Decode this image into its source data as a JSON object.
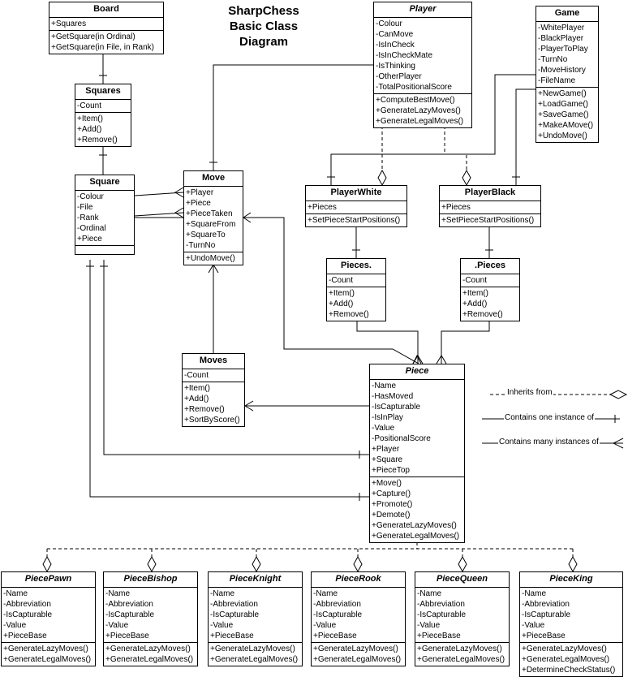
{
  "title": {
    "line1": "SharpChess",
    "line2": "Basic Class",
    "line3": "Diagram"
  },
  "classes": {
    "board": {
      "name": "Board",
      "attrs": [
        "+Squares"
      ],
      "methods": [
        "+GetSquare(in Ordinal)",
        "+GetSquare(in File, in Rank)"
      ]
    },
    "squares": {
      "name": "Squares",
      "attrs": [
        "-Count"
      ],
      "methods": [
        "+Item()",
        "+Add()",
        "+Remove()"
      ]
    },
    "square": {
      "name": "Square",
      "attrs": [
        "-Colour",
        "-File",
        "-Rank",
        "-Ordinal",
        "+Piece"
      ],
      "methods": []
    },
    "move": {
      "name": "Move",
      "attrs": [
        "+Player",
        "+Piece",
        "+PieceTaken",
        "+SquareFrom",
        "+SquareTo",
        "-TurnNo"
      ],
      "methods": [
        "+UndoMove()"
      ]
    },
    "moves": {
      "name": "Moves",
      "attrs": [
        "-Count"
      ],
      "methods": [
        "+Item()",
        "+Add()",
        "+Remove()",
        "+SortByScore()"
      ]
    },
    "player": {
      "name": "Player",
      "attrs": [
        "-Colour",
        "-CanMove",
        "-IsInCheck",
        "-IsInCheckMate",
        "-IsThinking",
        "-OtherPlayer",
        "-TotalPositionalScore"
      ],
      "methods": [
        "+ComputeBestMove()",
        "+GenerateLazyMoves()",
        "+GenerateLegalMoves()"
      ]
    },
    "game": {
      "name": "Game",
      "attrs": [
        "-WhitePlayer",
        "-BlackPlayer",
        "-PlayerToPlay",
        "-TurnNo",
        "-MoveHistory",
        "-FileName"
      ],
      "methods": [
        "+NewGame()",
        "+LoadGame()",
        "+SaveGame()",
        "+MakeAMove()",
        "+UndoMove()"
      ]
    },
    "playerWhite": {
      "name": "PlayerWhite",
      "attrs": [
        "+Pieces"
      ],
      "methods": [
        "+SetPieceStartPositions()"
      ]
    },
    "playerBlack": {
      "name": "PlayerBlack",
      "attrs": [
        "+Pieces"
      ],
      "methods": [
        "+SetPieceStartPositions()"
      ]
    },
    "piecesW": {
      "name": "Pieces.",
      "attrs": [
        "-Count"
      ],
      "methods": [
        "+Item()",
        "+Add()",
        "+Remove()"
      ]
    },
    "piecesB": {
      "name": ".Pieces",
      "attrs": [
        "-Count"
      ],
      "methods": [
        "+Item()",
        "+Add()",
        "+Remove()"
      ]
    },
    "piece": {
      "name": "Piece",
      "attrs": [
        "-Name",
        "-HasMoved",
        "-IsCapturable",
        "-IsInPlay",
        "-Value",
        "-PositionalScore",
        "+Player",
        "+Square",
        "+PieceTop"
      ],
      "methods": [
        "+Move()",
        "+Capture()",
        "+Promote()",
        "+Demote()",
        "+GenerateLazyMoves()",
        "+GenerateLegalMoves()"
      ]
    },
    "piecePawn": {
      "name": "PiecePawn",
      "attrs": [
        "-Name",
        "-Abbreviation",
        "-IsCapturable",
        "-Value",
        "+PieceBase"
      ],
      "methods": [
        "+GenerateLazyMoves()",
        "+GenerateLegalMoves()"
      ]
    },
    "pieceBishop": {
      "name": "PieceBishop",
      "attrs": [
        "-Name",
        "-Abbreviation",
        "-IsCapturable",
        "-Value",
        "+PieceBase"
      ],
      "methods": [
        "+GenerateLazyMoves()",
        "+GenerateLegalMoves()"
      ]
    },
    "pieceKnight": {
      "name": "PieceKnight",
      "attrs": [
        "-Name",
        "-Abbreviation",
        "-IsCapturable",
        "-Value",
        "+PieceBase"
      ],
      "methods": [
        "+GenerateLazyMoves()",
        "+GenerateLegalMoves()"
      ]
    },
    "pieceRook": {
      "name": "PieceRook",
      "attrs": [
        "-Name",
        "-Abbreviation",
        "-IsCapturable",
        "-Value",
        "+PieceBase"
      ],
      "methods": [
        "+GenerateLazyMoves()",
        "+GenerateLegalMoves()"
      ]
    },
    "pieceQueen": {
      "name": "PieceQueen",
      "attrs": [
        "-Name",
        "-Abbreviation",
        "-IsCapturable",
        "-Value",
        "+PieceBase"
      ],
      "methods": [
        "+GenerateLazyMoves()",
        "+GenerateLegalMoves()"
      ]
    },
    "pieceKing": {
      "name": "PieceKing",
      "attrs": [
        "-Name",
        "-Abbreviation",
        "-IsCapturable",
        "-Value",
        "+PieceBase"
      ],
      "methods": [
        "+GenerateLazyMoves()",
        "+GenerateLegalMoves()",
        "+DetermineCheckStatus()"
      ]
    }
  },
  "legend": {
    "inherits": "Inherits from",
    "one": "Contains one instance of",
    "many": "Contains many instances of"
  }
}
